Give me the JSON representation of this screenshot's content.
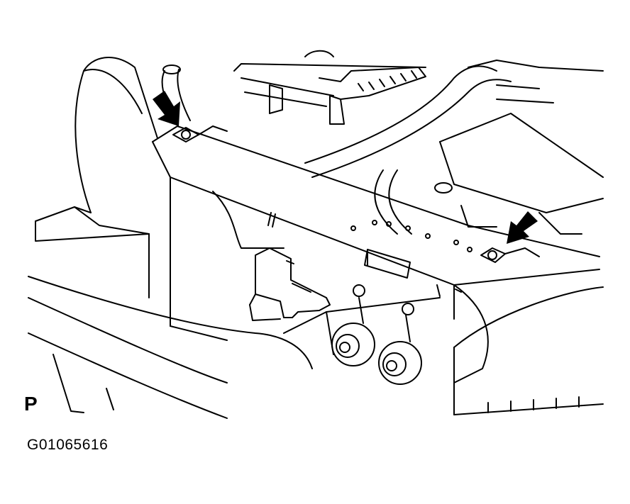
{
  "figure": {
    "view_marker": "P",
    "figure_code": "G01065616",
    "line_color": "#000000",
    "background_color": "#ffffff",
    "callout_arrows": 2,
    "callout_arrow_icon": "callout-arrow-icon"
  }
}
